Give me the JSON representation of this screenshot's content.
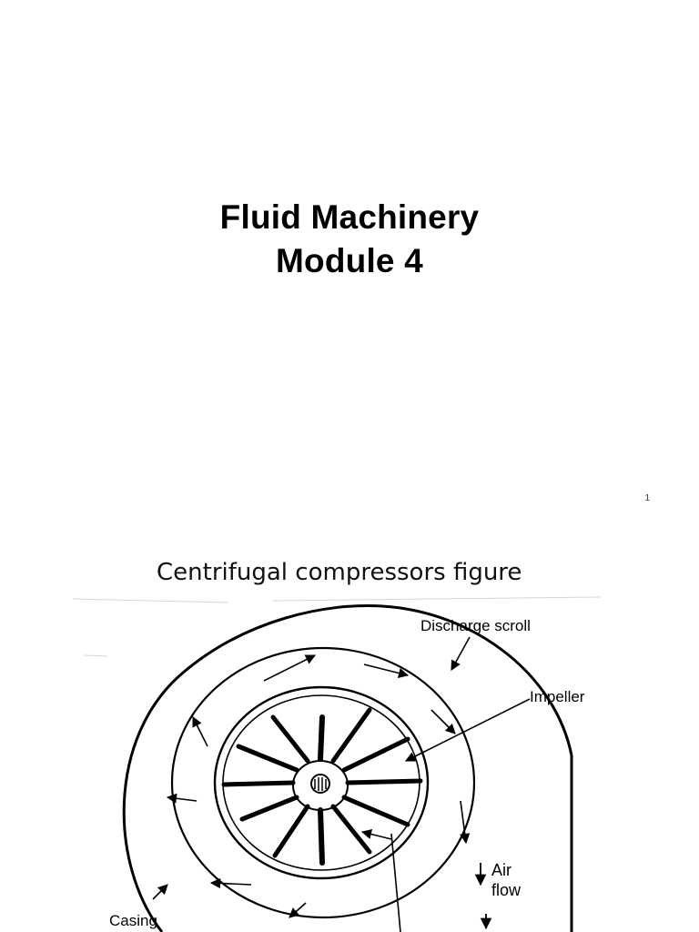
{
  "slide1": {
    "title_line1": "Fluid Machinery",
    "title_line2": "Module 4",
    "page_number": "1"
  },
  "slide2": {
    "title": "Centrifugal compressors figure",
    "figure_labels": {
      "discharge_scroll": "Discharge scroll",
      "impeller": "Impeller",
      "air": "Air",
      "flow": "flow",
      "casing": "Casing"
    }
  }
}
